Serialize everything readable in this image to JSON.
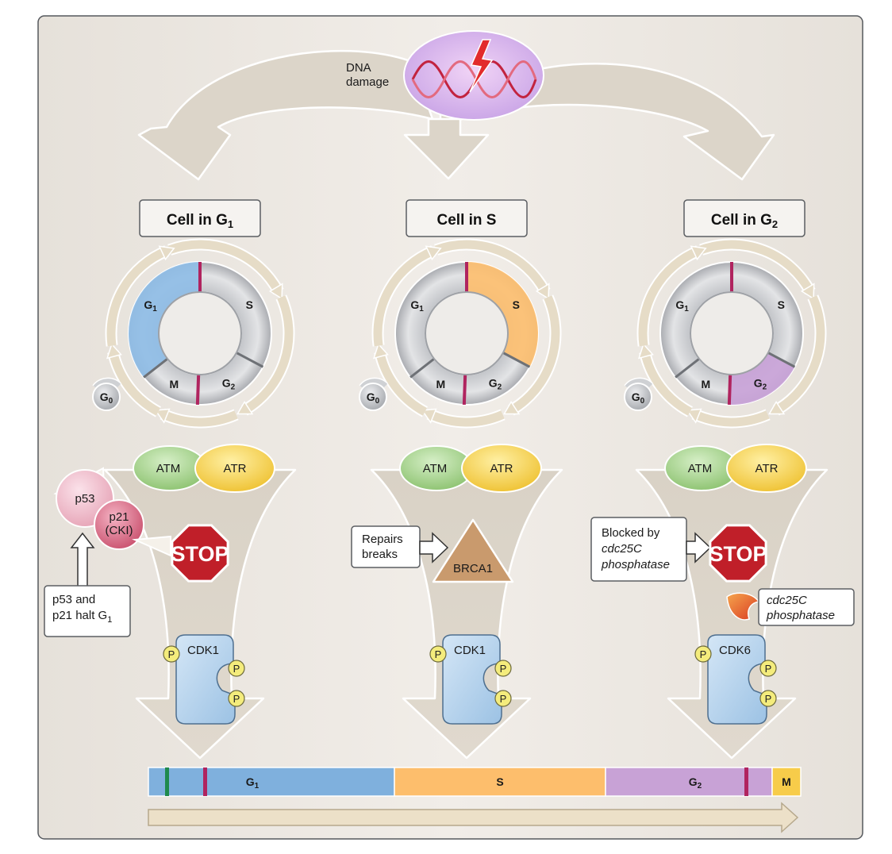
{
  "dna_damage_label": [
    "DNA",
    "damage"
  ],
  "panels": [
    {
      "header_main": "Cell in G",
      "header_sub": "1",
      "highlight": "G1",
      "kinase": "CDK1",
      "mechanism": "p53-p21"
    },
    {
      "header_main": "Cell in S",
      "header_sub": "",
      "highlight": "S",
      "kinase": "CDK1",
      "mechanism": "brca1"
    },
    {
      "header_main": "Cell in G",
      "header_sub": "2",
      "highlight": "G2",
      "kinase": "CDK6",
      "mechanism": "cdc25c"
    }
  ],
  "phase_labels": {
    "g1": "G",
    "g1_sub": "1",
    "s": "S",
    "g2": "G",
    "g2_sub": "2",
    "m": "M",
    "g0": "G",
    "g0_sub": "0"
  },
  "sensors": {
    "atm": "ATM",
    "atr": "ATR"
  },
  "phospho": "P",
  "stop_label": "STOP",
  "p53_label": "p53",
  "p21_label": [
    "p21",
    "(CKI)"
  ],
  "p53_callout": [
    "p53 and",
    "p21 halt G",
    "1"
  ],
  "repairs_callout": [
    "Repairs",
    "breaks"
  ],
  "brca1_label": "BRCA1",
  "blocked_callout": [
    "Blocked by",
    "cdc25C",
    "phosphatase"
  ],
  "cdc25c_callout": [
    "cdc25C",
    "phosphatase"
  ],
  "timeline": {
    "g1": "G",
    "g1_sub": "1",
    "s": "S",
    "g2": "G",
    "g2_sub": "2",
    "m": "M"
  },
  "colors": {
    "g1_blue": "#8fbde6",
    "s_orange": "#fdbf70",
    "g2_purple": "#c9a3d8",
    "m_yellow": "#f7cc4a",
    "cdk_blue": "#b9d5ee",
    "atm_green": "#a7d58e",
    "atr_yellow": "#f6cf4b",
    "stop_red": "#c01f29",
    "brca1_tan": "#c99a6d",
    "checkpoint_magenta": "#b0245f",
    "background": "#e9e4dd"
  }
}
